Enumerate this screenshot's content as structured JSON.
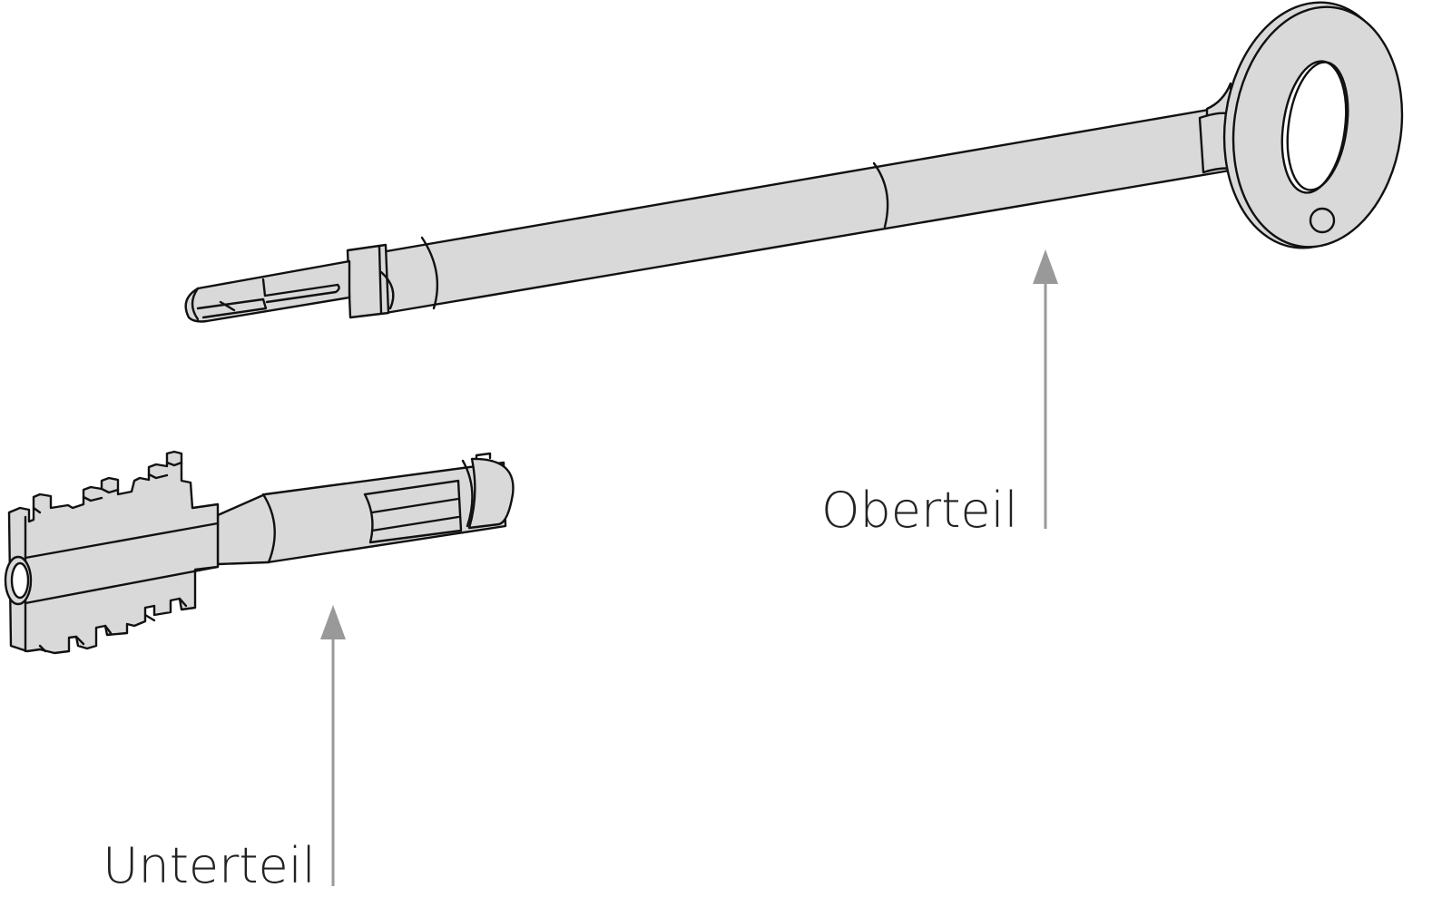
{
  "diagram": {
    "subject": "two-part key (exploded view)",
    "colors": {
      "fill": "#d9d9d9",
      "outline": "#111111",
      "arrow": "#999999",
      "label_text": "#222222",
      "background": "#ffffff"
    },
    "parts": [
      {
        "id": "upper",
        "label": "Oberteil",
        "description": "Long shaft with oval bow (ring handle) and slotted tip"
      },
      {
        "id": "lower",
        "label": "Unterteil",
        "description": "Short shaft with double-sided stepped key bit"
      }
    ],
    "labels": {
      "upper": "Oberteil",
      "lower": "Unterteil"
    }
  }
}
